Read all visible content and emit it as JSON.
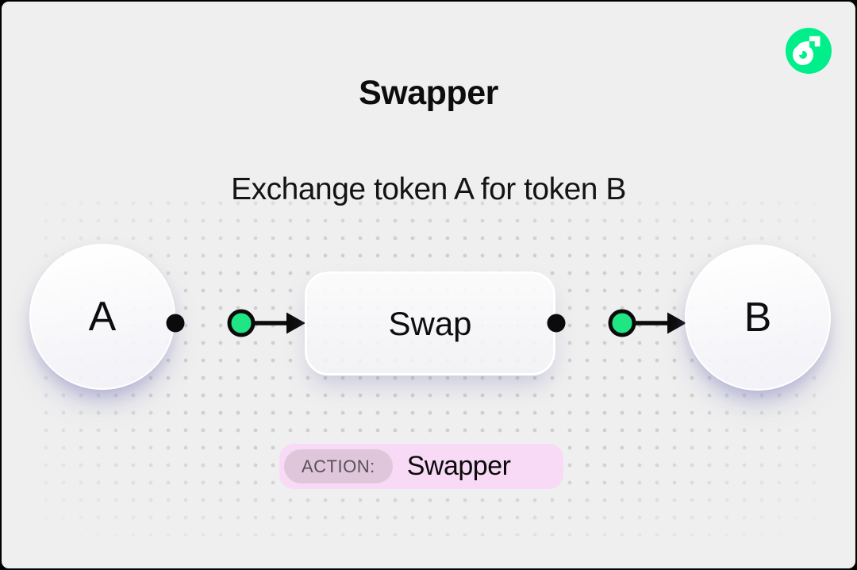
{
  "header": {
    "title": "Swapper",
    "subtitle": "Exchange token A for token B"
  },
  "brand": {
    "logo": "flow-logo",
    "green": "#00EF8B"
  },
  "diagram": {
    "token_a": {
      "label": "A"
    },
    "token_b": {
      "label": "B"
    },
    "process": {
      "label": "Swap"
    },
    "flow_order": [
      "A",
      "Swap",
      "B"
    ],
    "connector": {
      "line_color": "#0B0B0B",
      "node_color": "#1FE584"
    }
  },
  "action_badge": {
    "label": "ACTION:",
    "value": "Swapper",
    "bg": "#F9DAF6",
    "label_bg": "#DFC6DB",
    "label_color": "#585059"
  },
  "colors": {
    "background": "#EFEFEF",
    "dots": "#CFCFCF",
    "frame": "#000000"
  }
}
